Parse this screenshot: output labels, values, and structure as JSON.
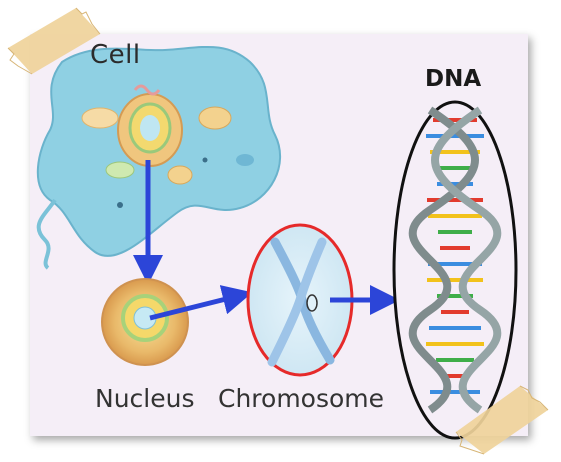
{
  "labels": {
    "cell": "Cell",
    "dna": "DNA",
    "nucleus": "Nucleus",
    "chromosome": "Chromosome"
  },
  "colors": {
    "arrow": "#2c45d8",
    "cell_body": "#8fd0e3",
    "chromosome_ring": "#e62a2a",
    "tape": "#efd39a"
  }
}
